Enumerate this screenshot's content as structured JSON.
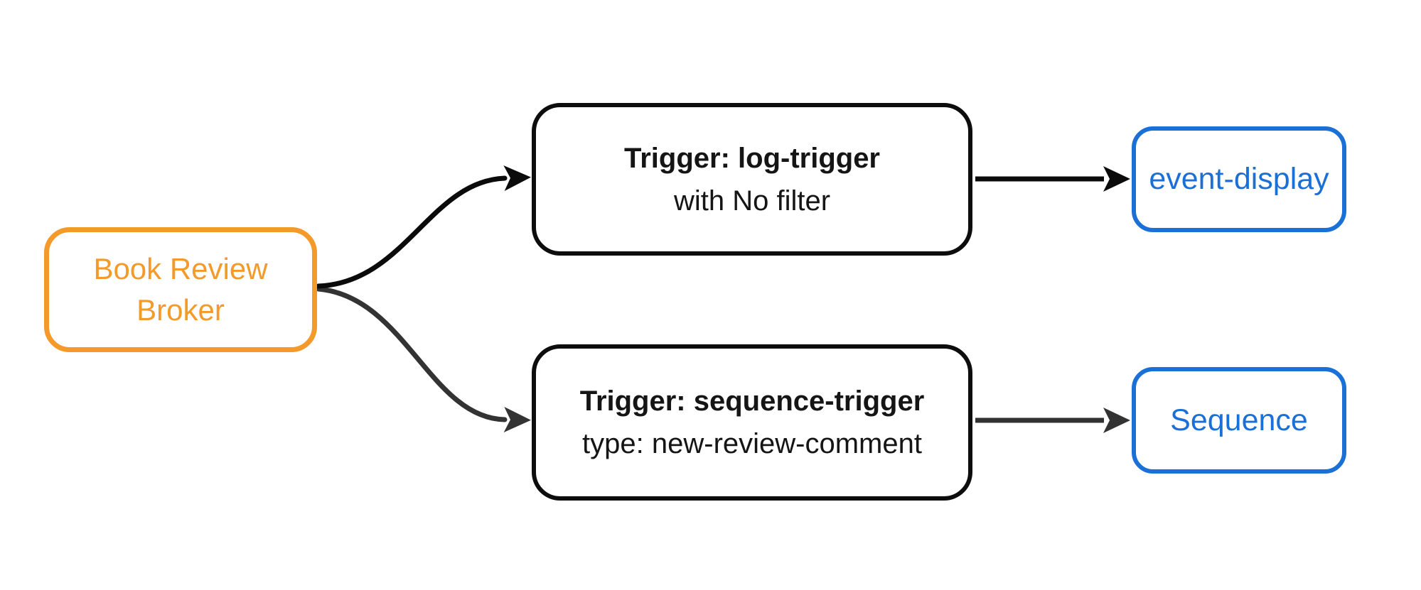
{
  "diagram": {
    "broker": {
      "label": "Book Review Broker"
    },
    "trigger1": {
      "title": "Trigger: log-trigger",
      "subtitle": "with No filter"
    },
    "trigger2": {
      "title": "Trigger: sequence-trigger",
      "subtitle": "type: new-review-comment"
    },
    "sink1": {
      "label": "event-display"
    },
    "sink2": {
      "label": "Sequence"
    }
  },
  "theme": {
    "background": "#ffffff",
    "broker_color": "#F39A2B",
    "sink_color": "#1A70D6",
    "trigger_border": "#0d0d0d",
    "trigger_text": "#151515",
    "edge_primary": "#0b0b0b",
    "edge_secondary": "#333333"
  }
}
